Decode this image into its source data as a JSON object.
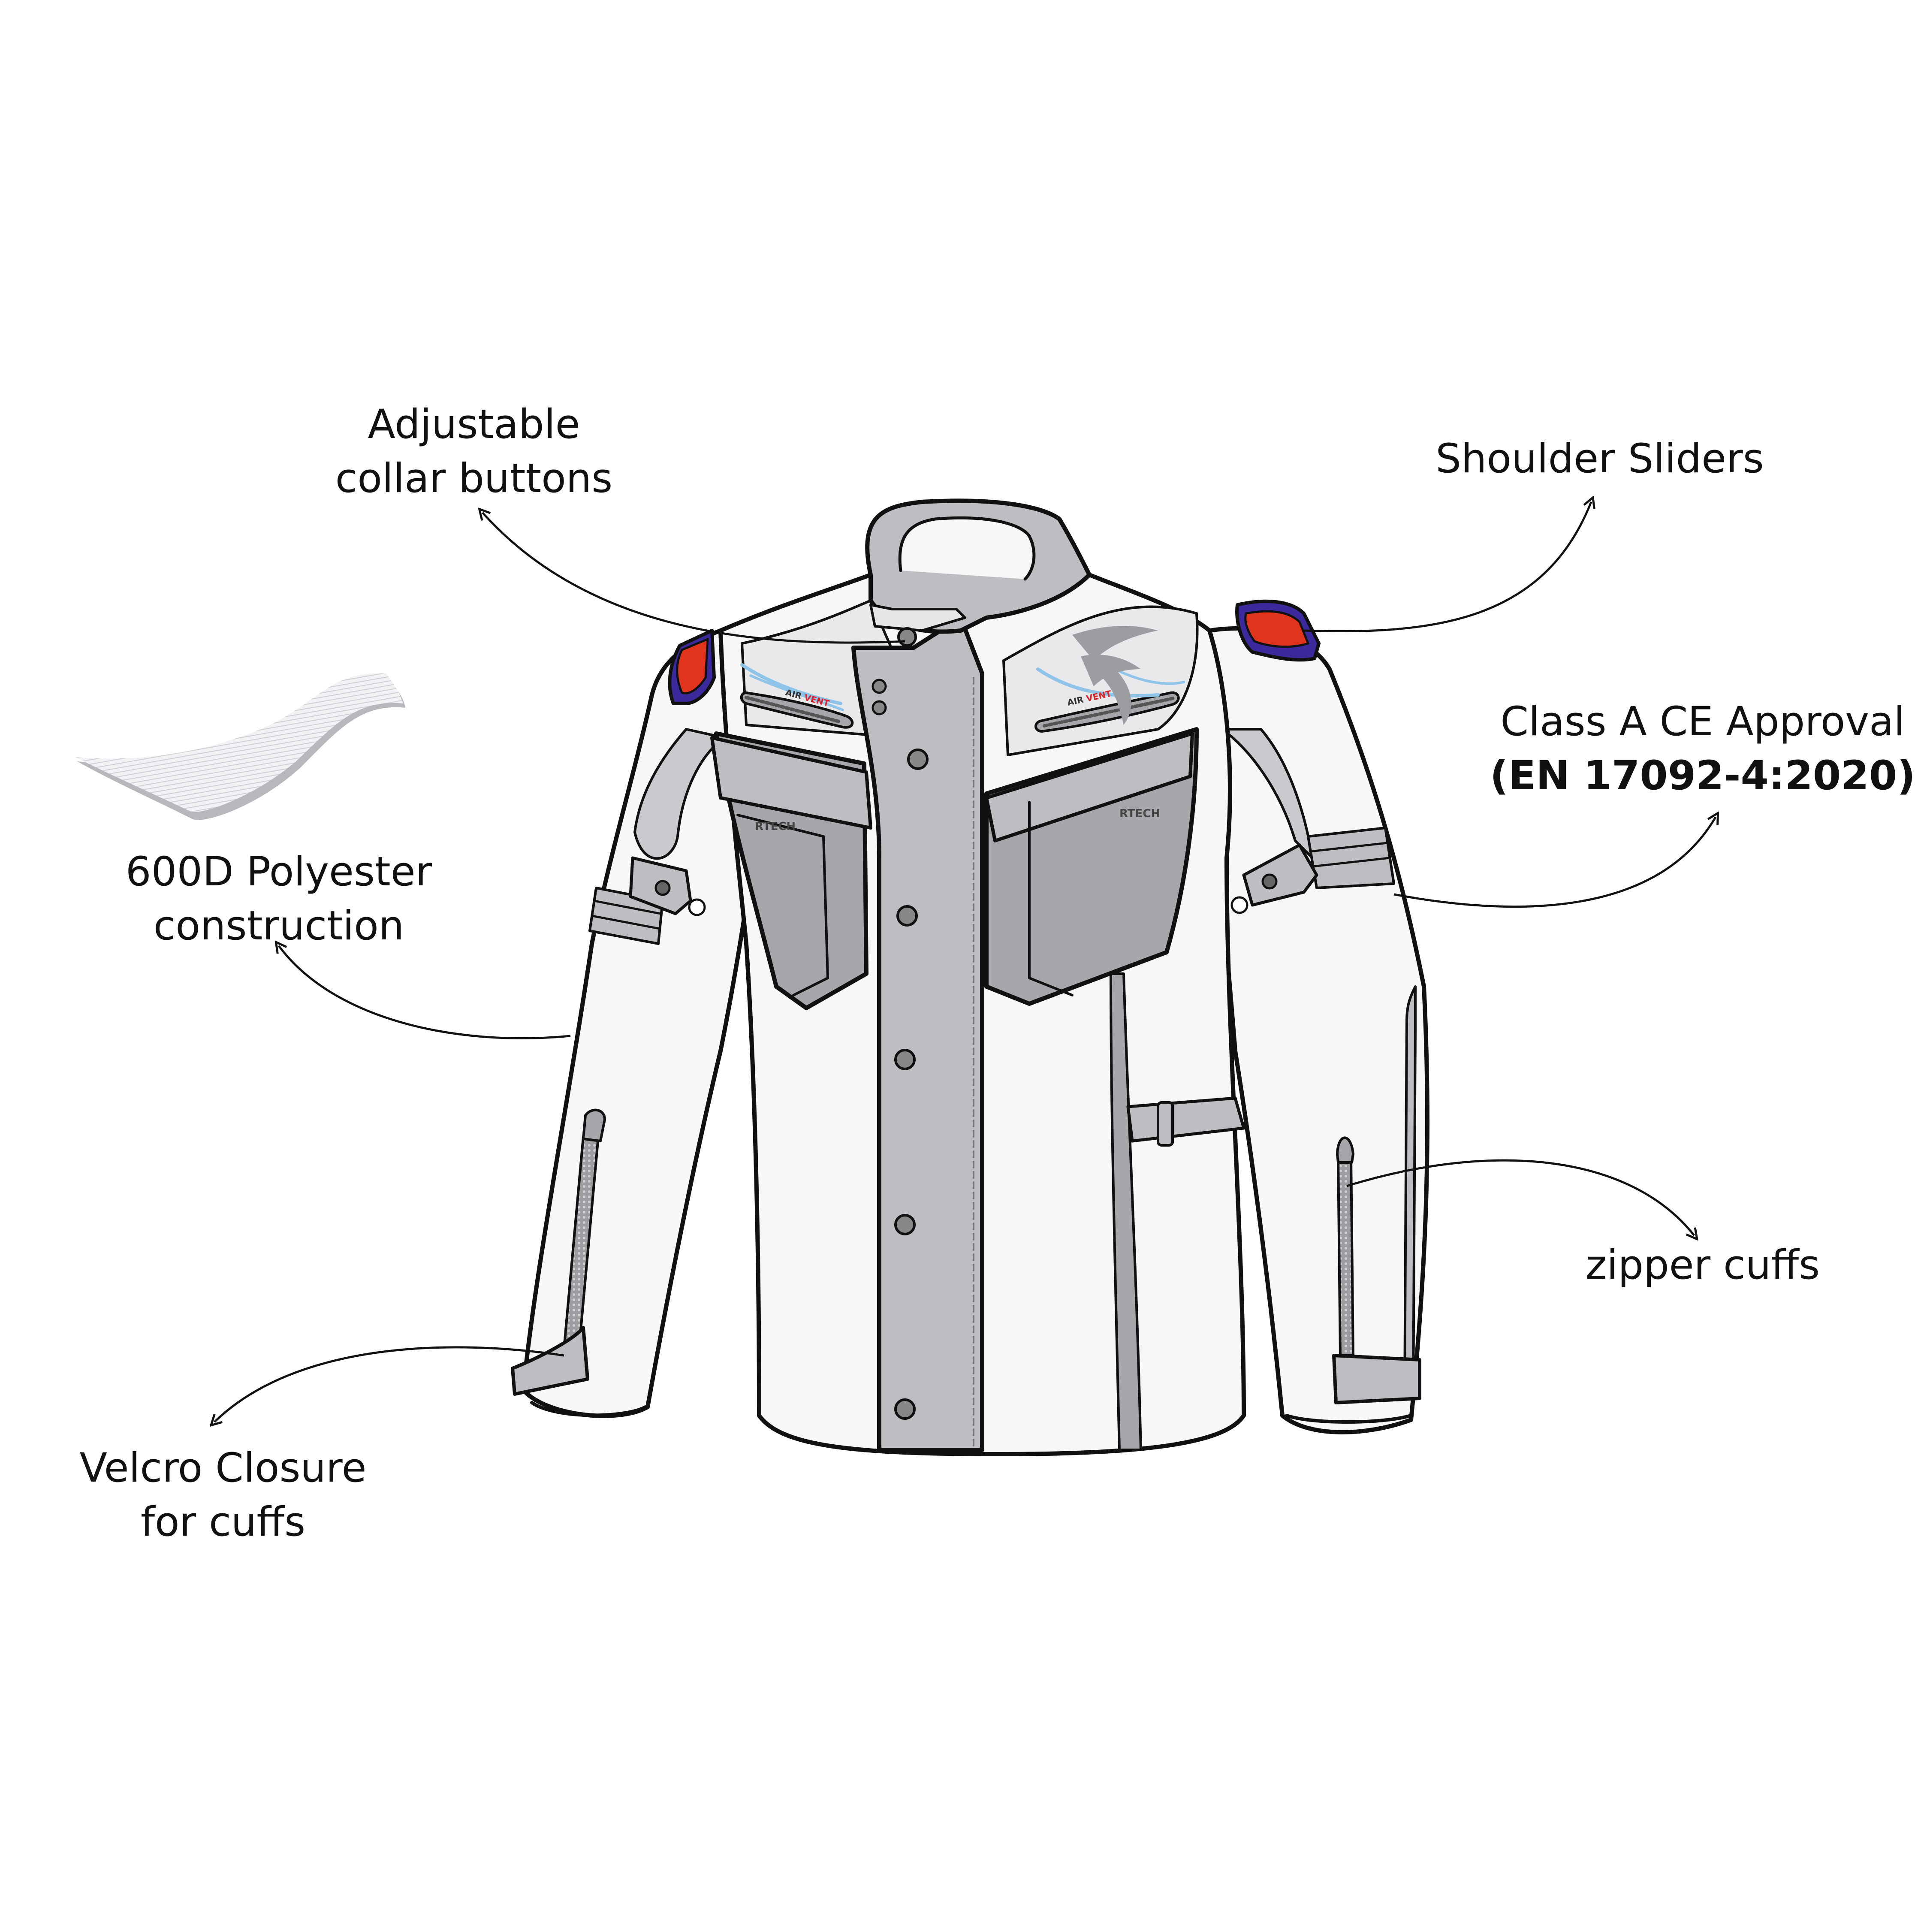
{
  "colors": {
    "outline": "#111111",
    "jacket_white": "#f7f7f8",
    "panel_light": "#e6e6e8",
    "panel_mid": "#bdbec1",
    "panel_dark": "#a6a7aa",
    "accent_red": "#e0341c",
    "accent_blue": "#3a2a9c",
    "airflow_blue": "#8fc3e8",
    "vent_red": "#d9232a"
  },
  "callouts": {
    "collar": {
      "line1": "Adjustable",
      "line2": "collar buttons"
    },
    "shoulder": {
      "line1": "Shoulder Sliders"
    },
    "ce": {
      "line1": "Class A CE Approval",
      "line2": "(EN 17092-4:2020)"
    },
    "polyester": {
      "line1": "600D Polyester",
      "line2": "construction"
    },
    "zipper": {
      "line1": "zipper cuffs"
    },
    "velcro": {
      "line1": "Velcro Closure",
      "line2": "for cuffs"
    }
  },
  "jacket": {
    "vent_label_air": "AIR",
    "vent_label_vent": "VENT",
    "pocket_badge": "RTECH"
  },
  "icons": [
    "fabric-swatch-icon",
    "brand-logo-icon"
  ]
}
